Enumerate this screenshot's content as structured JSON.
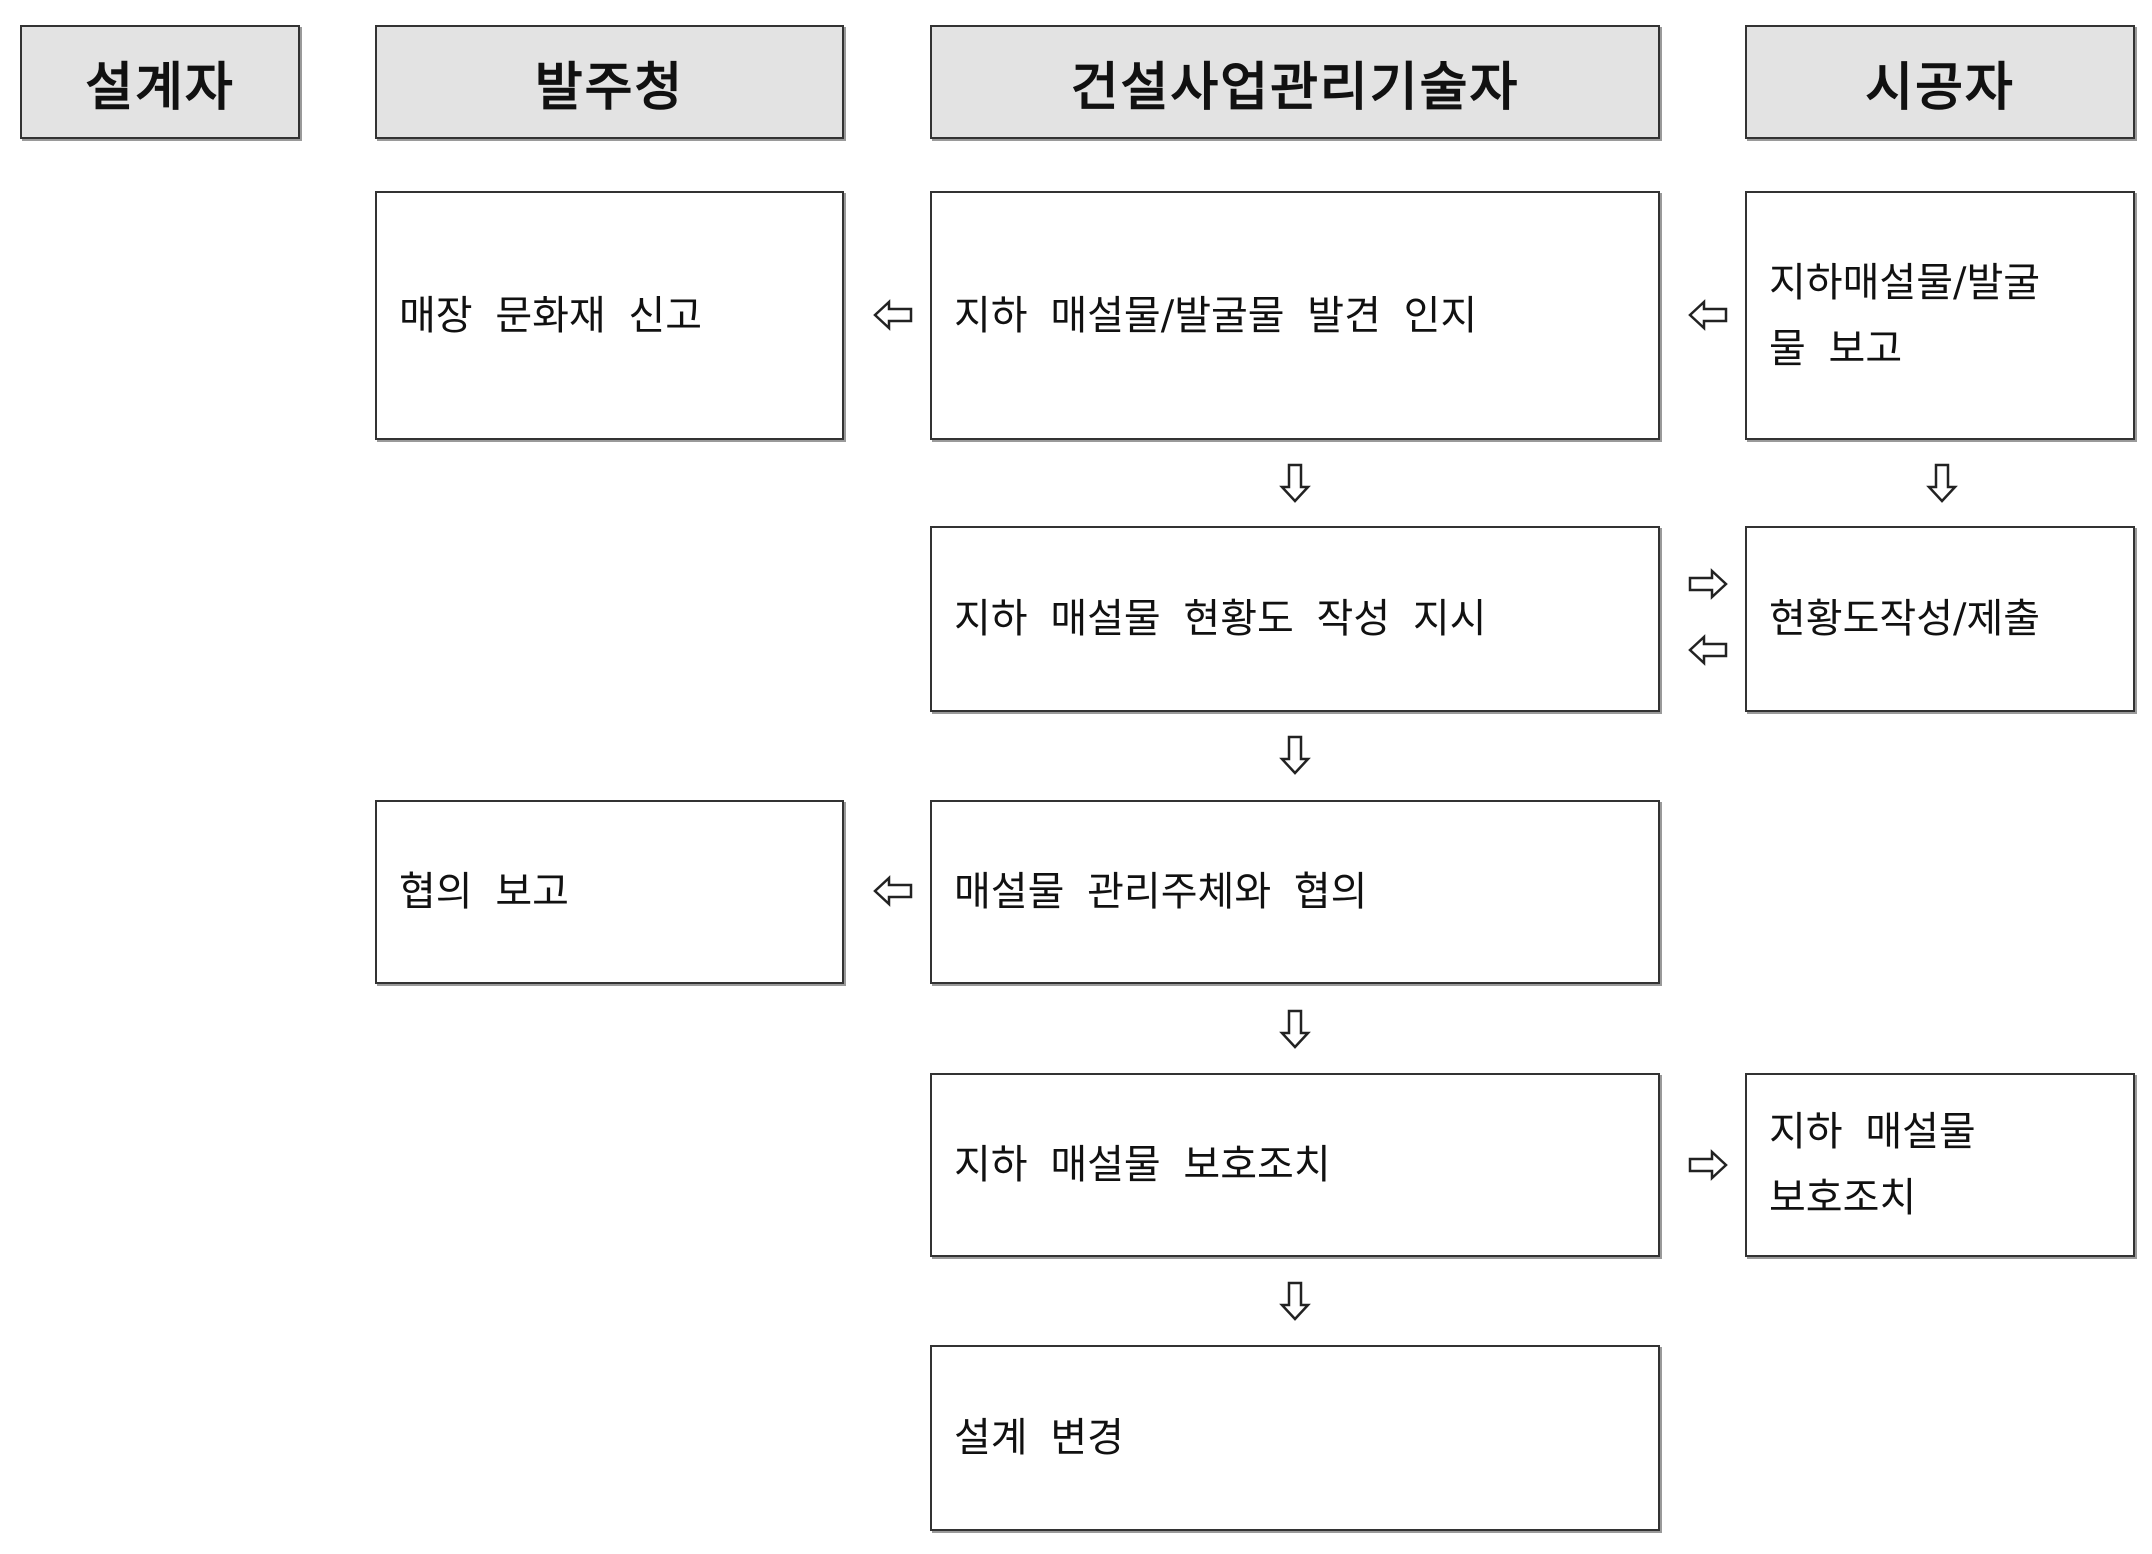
{
  "columns": {
    "designer": "설계자",
    "owner": "발주청",
    "supervisor": "건설사업관리기술자",
    "contractor": "시공자"
  },
  "boxes": {
    "report_heritage": "매장 문화재 신고",
    "recognize_discovery": "지하 매설물/발굴물 발견 인지",
    "report_discovery": "지하매설물/발굴\n물 보고",
    "order_status_map": "지하 매설물 현황도 작성 지시",
    "prepare_status_map": "현황도작성/제출",
    "report_consultation": "협의 보고",
    "consult_manager": "매설물 관리주체와 협의",
    "protect_buried": "지하 매설물 보호조치",
    "contractor_protect": "지하 매설물\n보호조치",
    "design_change": "설계 변경"
  }
}
